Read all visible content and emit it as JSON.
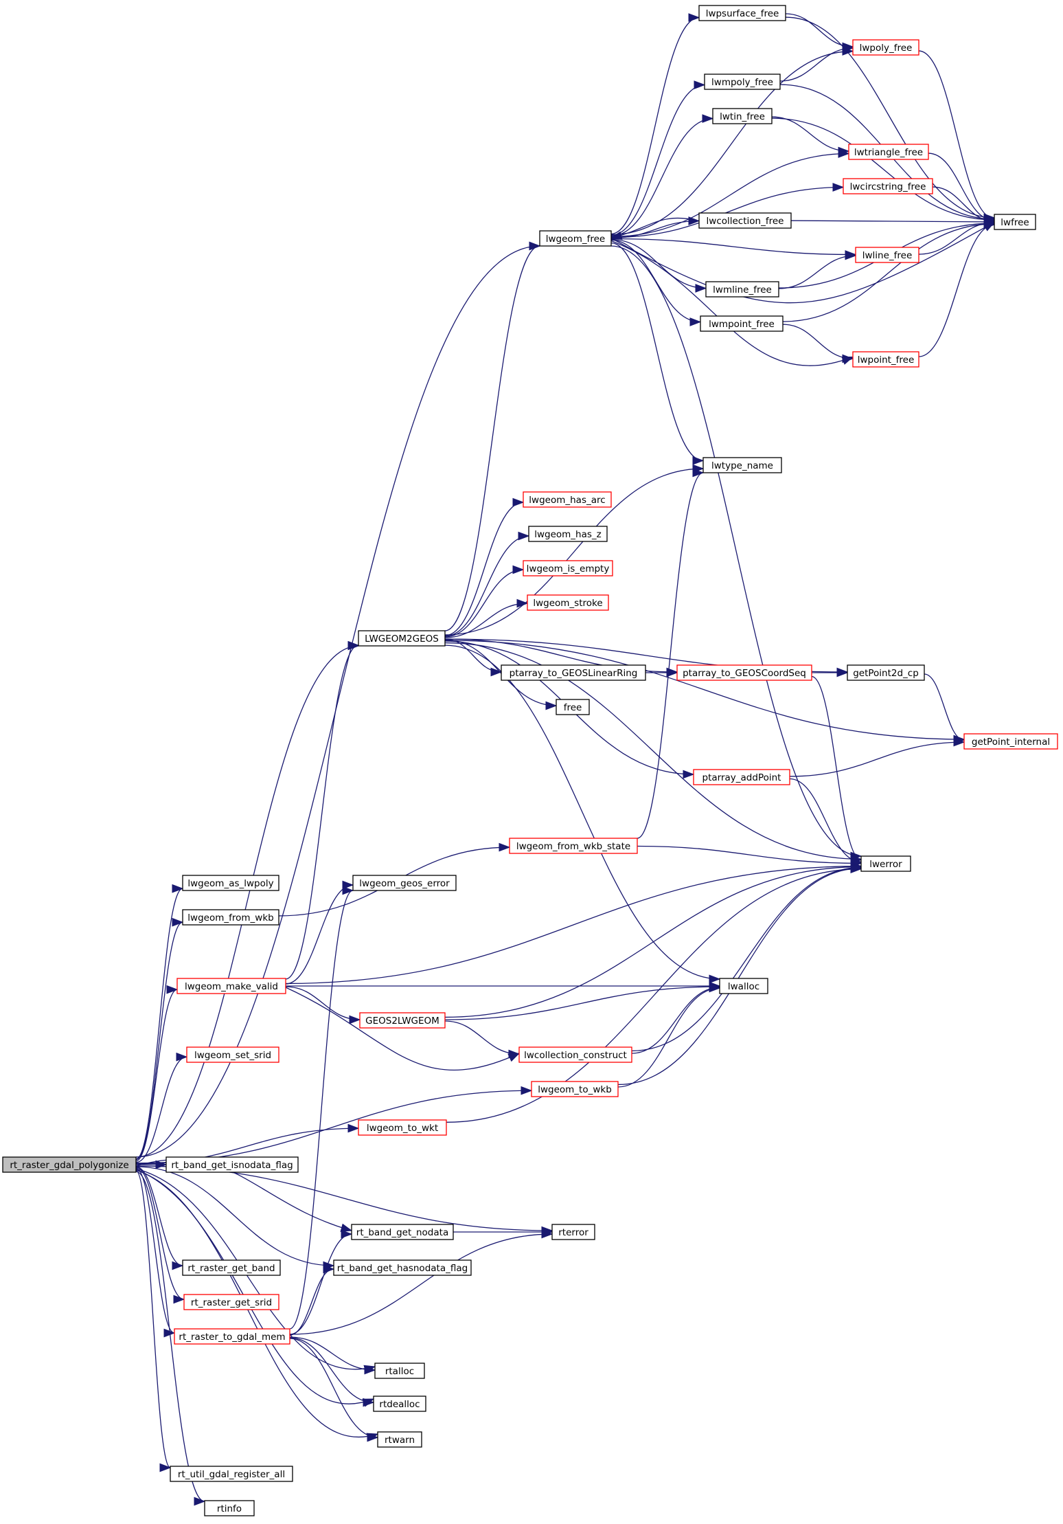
{
  "colors": {
    "edge": "#191970",
    "node_border_default": "#000000",
    "node_border_red": "#ff0000",
    "node_fill": "#ffffff",
    "root_fill": "#bfbfbf",
    "root_border": "#000000"
  },
  "nodes": [
    {
      "id": "root",
      "label": "rt_raster_gdal_polygonize",
      "style": "root"
    },
    {
      "id": "lwgeom_free",
      "label": "lwgeom_free",
      "style": "default"
    },
    {
      "id": "lwpsurface_free",
      "label": "lwpsurface_free",
      "style": "default"
    },
    {
      "id": "lwpoly_free",
      "label": "lwpoly_free",
      "style": "red"
    },
    {
      "id": "lwmpoly_free",
      "label": "lwmpoly_free",
      "style": "default"
    },
    {
      "id": "lwtin_free",
      "label": "lwtin_free",
      "style": "default"
    },
    {
      "id": "lwtriangle_free",
      "label": "lwtriangle_free",
      "style": "red"
    },
    {
      "id": "lwcircstring_free",
      "label": "lwcircstring_free",
      "style": "red"
    },
    {
      "id": "lwcollection_free",
      "label": "lwcollection_free",
      "style": "default"
    },
    {
      "id": "lwfree",
      "label": "lwfree",
      "style": "default"
    },
    {
      "id": "lwline_free",
      "label": "lwline_free",
      "style": "red"
    },
    {
      "id": "lwmline_free",
      "label": "lwmline_free",
      "style": "default"
    },
    {
      "id": "lwmpoint_free",
      "label": "lwmpoint_free",
      "style": "default"
    },
    {
      "id": "lwpoint_free",
      "label": "lwpoint_free",
      "style": "red"
    },
    {
      "id": "lwtype_name",
      "label": "lwtype_name",
      "style": "default"
    },
    {
      "id": "lwgeom_has_arc",
      "label": "lwgeom_has_arc",
      "style": "red"
    },
    {
      "id": "lwgeom_has_z",
      "label": "lwgeom_has_z",
      "style": "default"
    },
    {
      "id": "lwgeom_is_empty",
      "label": "lwgeom_is_empty",
      "style": "red"
    },
    {
      "id": "lwgeom_stroke",
      "label": "lwgeom_stroke",
      "style": "red"
    },
    {
      "id": "LWGEOM2GEOS",
      "label": "LWGEOM2GEOS",
      "style": "default"
    },
    {
      "id": "ptarray_to_GEOSLinearRing",
      "label": "ptarray_to_GEOSLinearRing",
      "style": "default"
    },
    {
      "id": "ptarray_to_GEOSCoordSeq",
      "label": "ptarray_to_GEOSCoordSeq",
      "style": "red"
    },
    {
      "id": "getPoint2d_cp",
      "label": "getPoint2d_cp",
      "style": "default"
    },
    {
      "id": "free",
      "label": "free",
      "style": "default"
    },
    {
      "id": "getPoint_internal",
      "label": "getPoint_internal",
      "style": "red"
    },
    {
      "id": "ptarray_addPoint",
      "label": "ptarray_addPoint",
      "style": "red"
    },
    {
      "id": "lwgeom_from_wkb_state",
      "label": "lwgeom_from_wkb_state",
      "style": "red"
    },
    {
      "id": "lwerror",
      "label": "lwerror",
      "style": "default"
    },
    {
      "id": "lwgeom_as_lwpoly",
      "label": "lwgeom_as_lwpoly",
      "style": "default"
    },
    {
      "id": "lwgeom_geos_error",
      "label": "lwgeom_geos_error",
      "style": "default"
    },
    {
      "id": "lwgeom_from_wkb",
      "label": "lwgeom_from_wkb",
      "style": "default"
    },
    {
      "id": "lwgeom_make_valid",
      "label": "lwgeom_make_valid",
      "style": "red"
    },
    {
      "id": "lwalloc",
      "label": "lwalloc",
      "style": "default"
    },
    {
      "id": "GEOS2LWGEOM",
      "label": "GEOS2LWGEOM",
      "style": "red"
    },
    {
      "id": "lwgeom_set_srid",
      "label": "lwgeom_set_srid",
      "style": "red"
    },
    {
      "id": "lwcollection_construct",
      "label": "lwcollection_construct",
      "style": "red"
    },
    {
      "id": "lwgeom_to_wkb",
      "label": "lwgeom_to_wkb",
      "style": "red"
    },
    {
      "id": "lwgeom_to_wkt",
      "label": "lwgeom_to_wkt",
      "style": "red"
    },
    {
      "id": "rt_band_get_isnodata_flag",
      "label": "rt_band_get_isnodata_flag",
      "style": "default"
    },
    {
      "id": "rt_band_get_nodata",
      "label": "rt_band_get_nodata",
      "style": "default"
    },
    {
      "id": "rterror",
      "label": "rterror",
      "style": "default"
    },
    {
      "id": "rt_raster_get_band",
      "label": "rt_raster_get_band",
      "style": "default"
    },
    {
      "id": "rt_band_get_hasnodata_flag",
      "label": "rt_band_get_hasnodata_flag",
      "style": "default"
    },
    {
      "id": "rt_raster_get_srid",
      "label": "rt_raster_get_srid",
      "style": "red"
    },
    {
      "id": "rt_raster_to_gdal_mem",
      "label": "rt_raster_to_gdal_mem",
      "style": "red"
    },
    {
      "id": "rtalloc",
      "label": "rtalloc",
      "style": "default"
    },
    {
      "id": "rtdealloc",
      "label": "rtdealloc",
      "style": "default"
    },
    {
      "id": "rtwarn",
      "label": "rtwarn",
      "style": "default"
    },
    {
      "id": "rt_util_gdal_register_all",
      "label": "rt_util_gdal_register_all",
      "style": "default"
    },
    {
      "id": "rtinfo",
      "label": "rtinfo",
      "style": "default"
    }
  ],
  "edges": [
    [
      "root",
      "lwgeom_free"
    ],
    [
      "root",
      "LWGEOM2GEOS"
    ],
    [
      "root",
      "lwgeom_as_lwpoly"
    ],
    [
      "root",
      "lwgeom_from_wkb"
    ],
    [
      "root",
      "lwgeom_make_valid"
    ],
    [
      "root",
      "lwgeom_set_srid"
    ],
    [
      "root",
      "lwgeom_to_wkb"
    ],
    [
      "root",
      "lwgeom_to_wkt"
    ],
    [
      "root",
      "rt_band_get_isnodata_flag"
    ],
    [
      "root",
      "rt_band_get_nodata"
    ],
    [
      "root",
      "rterror"
    ],
    [
      "root",
      "rt_band_get_hasnodata_flag"
    ],
    [
      "root",
      "rt_raster_get_band"
    ],
    [
      "root",
      "rt_raster_get_srid"
    ],
    [
      "root",
      "rt_raster_to_gdal_mem"
    ],
    [
      "root",
      "rtalloc"
    ],
    [
      "root",
      "rtdealloc"
    ],
    [
      "root",
      "rtwarn"
    ],
    [
      "root",
      "rt_util_gdal_register_all"
    ],
    [
      "root",
      "rtinfo"
    ],
    [
      "lwgeom_free",
      "lwpsurface_free"
    ],
    [
      "lwgeom_free",
      "lwpoly_free"
    ],
    [
      "lwgeom_free",
      "lwmpoly_free"
    ],
    [
      "lwgeom_free",
      "lwtin_free"
    ],
    [
      "lwgeom_free",
      "lwtriangle_free"
    ],
    [
      "lwgeom_free",
      "lwcircstring_free"
    ],
    [
      "lwgeom_free",
      "lwcollection_free"
    ],
    [
      "lwgeom_free",
      "lwline_free"
    ],
    [
      "lwgeom_free",
      "lwmline_free"
    ],
    [
      "lwgeom_free",
      "lwmpoint_free"
    ],
    [
      "lwgeom_free",
      "lwpoint_free"
    ],
    [
      "lwgeom_free",
      "lwfree"
    ],
    [
      "lwgeom_free",
      "lwtype_name"
    ],
    [
      "lwgeom_free",
      "lwerror"
    ],
    [
      "lwpsurface_free",
      "lwpoly_free"
    ],
    [
      "lwpsurface_free",
      "lwfree"
    ],
    [
      "lwpoly_free",
      "lwfree"
    ],
    [
      "lwmpoly_free",
      "lwpoly_free"
    ],
    [
      "lwmpoly_free",
      "lwfree"
    ],
    [
      "lwtin_free",
      "lwtriangle_free"
    ],
    [
      "lwtin_free",
      "lwfree"
    ],
    [
      "lwtriangle_free",
      "lwfree"
    ],
    [
      "lwcircstring_free",
      "lwfree"
    ],
    [
      "lwcollection_free",
      "lwgeom_free"
    ],
    [
      "lwcollection_free",
      "lwfree"
    ],
    [
      "lwline_free",
      "lwfree"
    ],
    [
      "lwmline_free",
      "lwline_free"
    ],
    [
      "lwmline_free",
      "lwfree"
    ],
    [
      "lwmpoint_free",
      "lwpoint_free"
    ],
    [
      "lwmpoint_free",
      "lwfree"
    ],
    [
      "lwpoint_free",
      "lwfree"
    ],
    [
      "LWGEOM2GEOS",
      "lwgeom_free"
    ],
    [
      "LWGEOM2GEOS",
      "lwtype_name"
    ],
    [
      "LWGEOM2GEOS",
      "lwgeom_has_arc"
    ],
    [
      "LWGEOM2GEOS",
      "lwgeom_has_z"
    ],
    [
      "LWGEOM2GEOS",
      "lwgeom_is_empty"
    ],
    [
      "LWGEOM2GEOS",
      "lwgeom_stroke"
    ],
    [
      "LWGEOM2GEOS",
      "ptarray_to_GEOSLinearRing"
    ],
    [
      "LWGEOM2GEOS",
      "ptarray_to_GEOSCoordSeq"
    ],
    [
      "LWGEOM2GEOS",
      "free"
    ],
    [
      "LWGEOM2GEOS",
      "getPoint_internal"
    ],
    [
      "LWGEOM2GEOS",
      "ptarray_addPoint"
    ],
    [
      "LWGEOM2GEOS",
      "lwerror"
    ],
    [
      "LWGEOM2GEOS",
      "lwalloc"
    ],
    [
      "LWGEOM2GEOS",
      "getPoint2d_cp"
    ],
    [
      "ptarray_to_GEOSLinearRing",
      "ptarray_to_GEOSCoordSeq"
    ],
    [
      "ptarray_to_GEOSCoordSeq",
      "getPoint2d_cp"
    ],
    [
      "ptarray_to_GEOSCoordSeq",
      "lwerror"
    ],
    [
      "getPoint2d_cp",
      "getPoint_internal"
    ],
    [
      "ptarray_addPoint",
      "getPoint_internal"
    ],
    [
      "ptarray_addPoint",
      "lwerror"
    ],
    [
      "lwgeom_from_wkb",
      "lwgeom_from_wkb_state"
    ],
    [
      "lwgeom_from_wkb_state",
      "lwtype_name"
    ],
    [
      "lwgeom_from_wkb_state",
      "lwerror"
    ],
    [
      "lwgeom_make_valid",
      "LWGEOM2GEOS"
    ],
    [
      "lwgeom_make_valid",
      "lwgeom_geos_error"
    ],
    [
      "lwgeom_make_valid",
      "lwerror"
    ],
    [
      "lwgeom_make_valid",
      "lwalloc"
    ],
    [
      "lwgeom_make_valid",
      "GEOS2LWGEOM"
    ],
    [
      "lwgeom_make_valid",
      "lwcollection_construct"
    ],
    [
      "GEOS2LWGEOM",
      "lwerror"
    ],
    [
      "GEOS2LWGEOM",
      "lwalloc"
    ],
    [
      "GEOS2LWGEOM",
      "lwcollection_construct"
    ],
    [
      "lwcollection_construct",
      "lwalloc"
    ],
    [
      "lwcollection_construct",
      "lwerror"
    ],
    [
      "lwgeom_to_wkb",
      "lwalloc"
    ],
    [
      "lwgeom_to_wkb",
      "lwerror"
    ],
    [
      "lwgeom_to_wkt",
      "lwerror"
    ],
    [
      "rt_band_get_nodata",
      "rterror"
    ],
    [
      "rt_raster_to_gdal_mem",
      "rt_band_get_nodata"
    ],
    [
      "rt_raster_to_gdal_mem",
      "rt_band_get_hasnodata_flag"
    ],
    [
      "rt_raster_to_gdal_mem",
      "rterror"
    ],
    [
      "rt_raster_to_gdal_mem",
      "rtalloc"
    ],
    [
      "rt_raster_to_gdal_mem",
      "rtdealloc"
    ],
    [
      "rt_raster_to_gdal_mem",
      "rtwarn"
    ],
    [
      "rt_raster_to_gdal_mem",
      "lwgeom_geos_error"
    ]
  ]
}
